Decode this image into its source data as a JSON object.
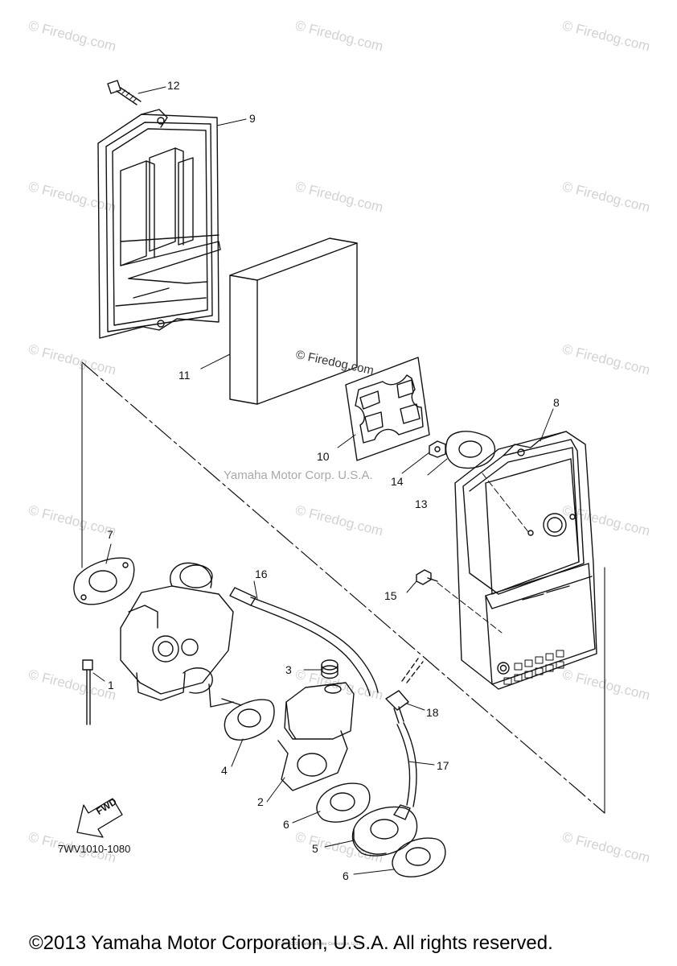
{
  "watermark": "© Firedog.com",
  "center_watermark": "Yamaha Motor Corp. U.S.A.",
  "diagram_watermark": "© Firedog.com",
  "callouts": {
    "c1": "1",
    "c2": "2",
    "c3": "3",
    "c4": "4",
    "c5": "5",
    "c6a": "6",
    "c6b": "6",
    "c7": "7",
    "c8": "8",
    "c9": "9",
    "c10": "10",
    "c11": "11",
    "c12": "12",
    "c13": "13",
    "c14": "14",
    "c15": "15",
    "c16": "16",
    "c17": "17",
    "c18": "18"
  },
  "fwd_label": "FWD",
  "diagram_code": "7WV1010-1080",
  "footer": "©2013 Yamaha Motor Corporation, U.S.A. All rights reserved.",
  "tiny_copyright": "(c) 2005-2015 Yamaha Motor Corporation, U.S.A."
}
